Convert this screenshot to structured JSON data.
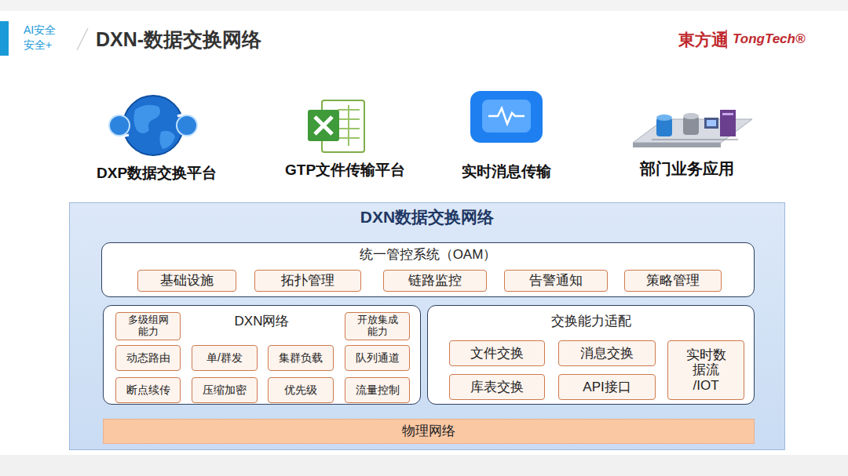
{
  "diagram": {
    "title": "DXN-数据交换网络",
    "nodes": [
      {
        "text": [
          "DXN数据交换网络"
        ]
      },
      {
        "text": [
          "统一管控系统（OAM）"
        ],
        "in": 0
      },
      {
        "text": [
          "基础设施"
        ],
        "in": 1
      },
      {
        "text": [
          "拓扑管理"
        ],
        "in": 1
      },
      {
        "text": [
          "链路监控"
        ],
        "in": 1
      },
      {
        "text": [
          "告警通知"
        ],
        "in": 1
      },
      {
        "text": [
          "策略管理"
        ],
        "in": 1
      },
      {
        "text": [
          "DXN网络"
        ],
        "in": 0
      },
      {
        "text": [
          "多级组网 能力"
        ],
        "in": 7
      },
      {
        "text": [
          "开放集成 能力"
        ],
        "in": 7
      },
      {
        "text": [
          "动态路由"
        ],
        "in": 7
      },
      {
        "text": [
          "单/群发"
        ],
        "in": 7
      },
      {
        "text": [
          "集群负载"
        ],
        "in": 7
      },
      {
        "text": [
          "队列通道"
        ],
        "in": 7
      },
      {
        "text": [
          "断点续传"
        ],
        "in": 7
      },
      {
        "text": [
          "压缩加密"
        ],
        "in": 7
      },
      {
        "text": [
          "优先级"
        ],
        "in": 7
      },
      {
        "text": [
          "流量控制"
        ],
        "in": 7
      },
      {
        "text": [
          "交换能力适配"
        ],
        "in": 0
      },
      {
        "text": [
          "文件交换"
        ],
        "in": 18
      },
      {
        "text": [
          "消息交换"
        ],
        "in": 18
      },
      {
        "text": [
          "实时数 据流 /IOT"
        ],
        "in": 18
      },
      {
        "text": [
          "库表交换"
        ],
        "in": 18
      },
      {
        "text": [
          "API接口"
        ],
        "in": 18
      },
      {
        "text": [
          "物理网络"
        ],
        "in": 0
      }
    ],
    "labels": [
      "AI安全",
      "安全+",
      "東方通",
      "TongTech®",
      "DXP数据交换平台",
      "GTP文件传输平台",
      "实时消息传输",
      "部门业务应用"
    ]
  }
}
